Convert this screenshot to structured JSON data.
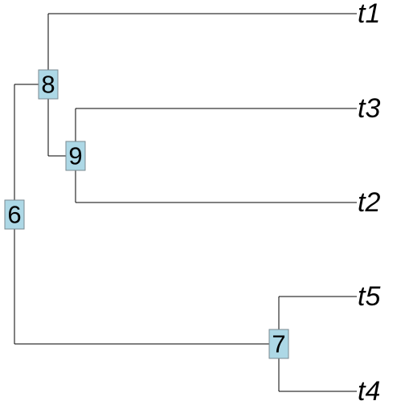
{
  "tree": {
    "tips": [
      {
        "id": "t1",
        "label": "t1"
      },
      {
        "id": "t3",
        "label": "t3"
      },
      {
        "id": "t2",
        "label": "t2"
      },
      {
        "id": "t5",
        "label": "t5"
      },
      {
        "id": "t4",
        "label": "t4"
      }
    ],
    "internal_nodes": [
      {
        "id": "6",
        "label": "6",
        "children": [
          "8",
          "7"
        ]
      },
      {
        "id": "8",
        "label": "8",
        "children": [
          "t1",
          "9"
        ]
      },
      {
        "id": "9",
        "label": "9",
        "children": [
          "t3",
          "t2"
        ]
      },
      {
        "id": "7",
        "label": "7",
        "children": [
          "t5",
          "t4"
        ]
      }
    ]
  },
  "colors": {
    "node_fill": "#add8e6",
    "edge": "#000000"
  }
}
